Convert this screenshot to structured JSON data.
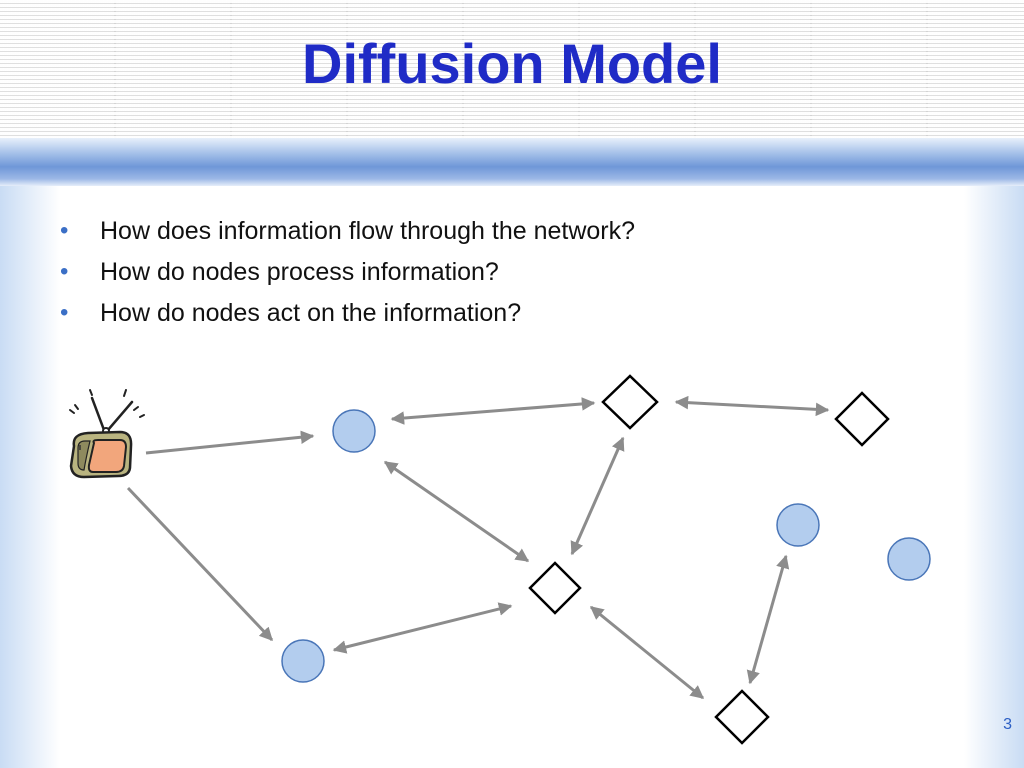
{
  "slide": {
    "title": "Diffusion Model",
    "bullets": [
      "How does information flow through the network?",
      "How do nodes process information?",
      "How do nodes act on the information?"
    ],
    "page_number": "3"
  },
  "diagram": {
    "source_icon": "tv-icon",
    "node_fill": "#b3cdee",
    "node_stroke": "#4a76b8",
    "diamond_stroke": "#000000",
    "arrow_color": "#8c8c8c",
    "nodes": [
      {
        "id": "tv",
        "shape": "icon"
      },
      {
        "id": "c1",
        "shape": "circle"
      },
      {
        "id": "c2",
        "shape": "circle"
      },
      {
        "id": "c3",
        "shape": "circle"
      },
      {
        "id": "c4",
        "shape": "circle"
      },
      {
        "id": "d1",
        "shape": "diamond"
      },
      {
        "id": "d2",
        "shape": "diamond"
      },
      {
        "id": "d3",
        "shape": "diamond"
      },
      {
        "id": "d4",
        "shape": "diamond"
      }
    ],
    "edges": [
      {
        "from": "tv",
        "to": "c1",
        "direction": "one-way"
      },
      {
        "from": "tv",
        "to": "c2",
        "direction": "one-way"
      },
      {
        "from": "c1",
        "to": "d1",
        "direction": "two-way"
      },
      {
        "from": "d1",
        "to": "d2",
        "direction": "two-way"
      },
      {
        "from": "c1",
        "to": "d3",
        "direction": "two-way"
      },
      {
        "from": "d1",
        "to": "d3",
        "direction": "two-way"
      },
      {
        "from": "c2",
        "to": "d3",
        "direction": "two-way"
      },
      {
        "from": "d3",
        "to": "d4",
        "direction": "two-way"
      },
      {
        "from": "d4",
        "to": "c3",
        "direction": "two-way"
      }
    ]
  }
}
